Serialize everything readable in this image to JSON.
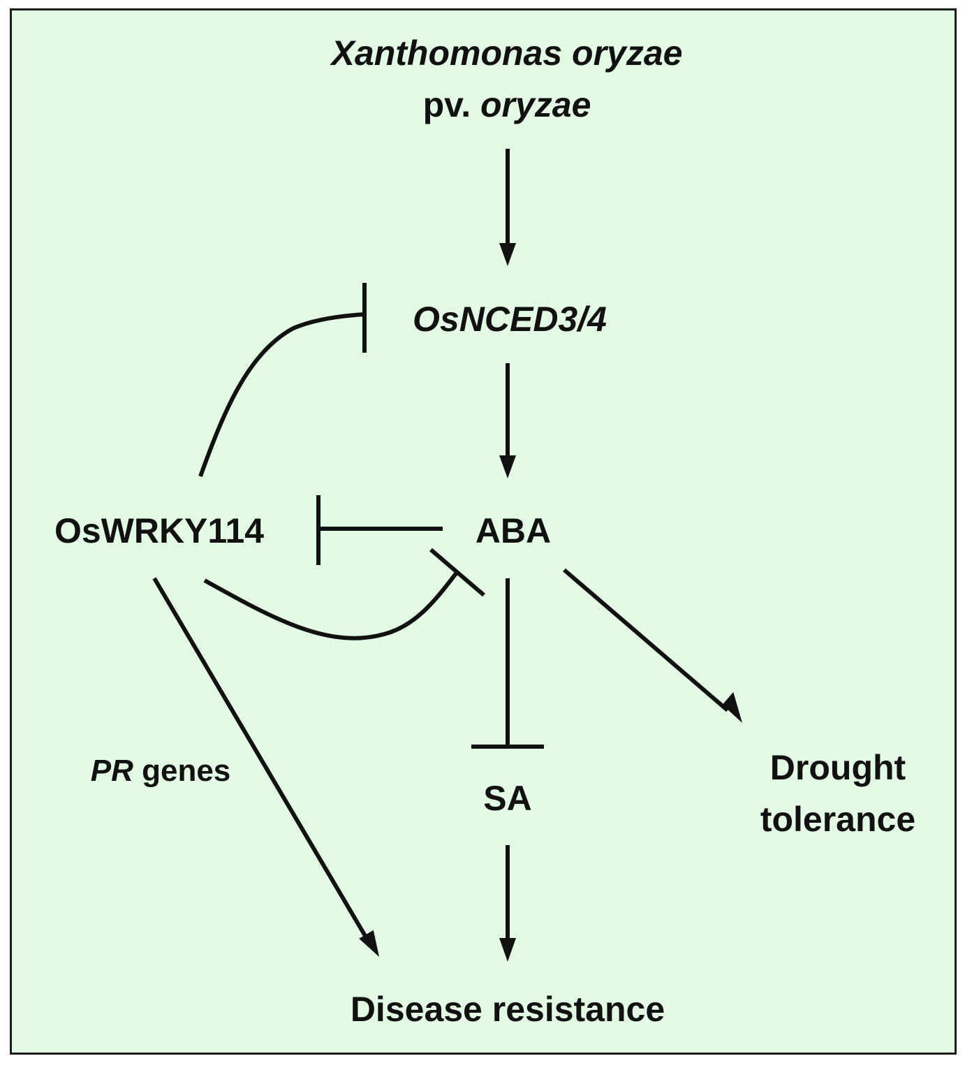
{
  "nodes": {
    "pathogen_line1": "Xanthomonas oryzae",
    "pathogen_line2_prefix": "pv.",
    "pathogen_line2_name": "oryzae",
    "osnced": "OsNCED3/4",
    "oswrky": "OsWRKY114",
    "aba": "ABA",
    "sa": "SA",
    "drought_line1": "Drought",
    "drought_line2": "tolerance",
    "disease_resistance": "Disease resistance"
  },
  "edge_labels": {
    "pr_italic": "PR",
    "pr_rest": "genes"
  },
  "colors": {
    "background": "#e3fae4",
    "ink": "#111111"
  }
}
